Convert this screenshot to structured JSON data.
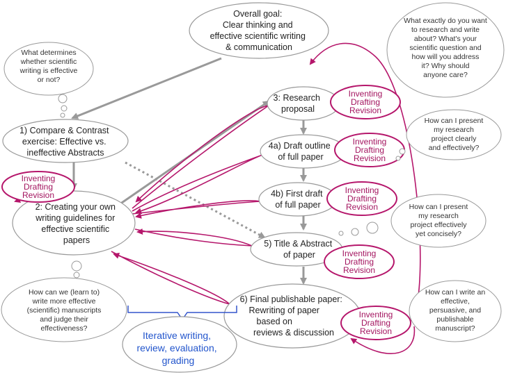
{
  "goal": {
    "lines": [
      "Overall goal:",
      "Clear thinking and",
      "effective scientific writing",
      "& communication"
    ]
  },
  "steps": [
    {
      "id": "s1",
      "lines": [
        "1) Compare & Contrast",
        "exercise: Effective vs.",
        "ineffective Abstracts"
      ]
    },
    {
      "id": "s2",
      "lines": [
        "2: Creating your own",
        "writing guidelines for",
        "effective scientific",
        "papers"
      ]
    },
    {
      "id": "s3",
      "lines": [
        "3: Research",
        "proposal"
      ]
    },
    {
      "id": "s4a",
      "lines": [
        "4a) Draft outline",
        "of full paper"
      ]
    },
    {
      "id": "s4b",
      "lines": [
        "4b) First draft",
        "of full paper"
      ]
    },
    {
      "id": "s5",
      "lines": [
        "5) Title & Abstract",
        "of paper"
      ]
    },
    {
      "id": "s6",
      "lines": [
        "6) Final publishable paper:",
        "Rewriting of paper",
        "based on",
        "reviews & discussion"
      ]
    }
  ],
  "idr": {
    "lines": [
      "Inventing",
      "Drafting",
      "Revision"
    ]
  },
  "clouds": [
    {
      "id": "c1",
      "lines": [
        "What determines",
        "whether scientific",
        "writing is effective",
        "or not?"
      ]
    },
    {
      "id": "c2",
      "lines": [
        "What exactly do you want",
        "to research and write",
        "about? What's your",
        "scientific question and",
        "how will you address",
        "it? Why should",
        "anyone care?"
      ]
    },
    {
      "id": "c3",
      "lines": [
        "How can I present",
        "my research",
        "project clearly",
        "and effectively?"
      ]
    },
    {
      "id": "c4",
      "lines": [
        "How can I present",
        "my research",
        "project effectively",
        "yet concisely?"
      ]
    },
    {
      "id": "c5",
      "lines": [
        "How can I write an",
        "effective,",
        "persuasive, and",
        "publishable",
        "manuscript?"
      ]
    },
    {
      "id": "c6",
      "lines": [
        "How can we (learn to)",
        "write more effective",
        "(scientific) manuscripts",
        "and judge their",
        "effectiveness?"
      ]
    }
  ],
  "iterative": {
    "lines": [
      "Iterative writing,",
      "review, evaluation,",
      "grading"
    ]
  },
  "colors": {
    "loop": "#b5166b",
    "arrow": "#999999",
    "brace": "#3355cc"
  }
}
